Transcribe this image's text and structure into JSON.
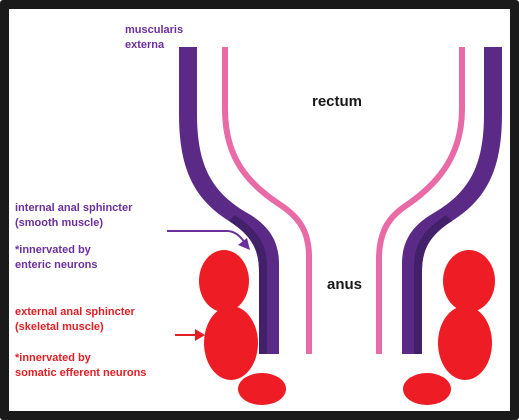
{
  "labels": {
    "muscularis_line1": "muscularis",
    "muscularis_line2": "externa",
    "rectum": "rectum",
    "anus": "anus",
    "ias_line1": "internal anal sphincter",
    "ias_line2": "(smooth muscle)",
    "ias_note_line1": "*innervated by",
    "ias_note_line2": "enteric neurons",
    "eas_line1": "external anal sphincter",
    "eas_line2": "(skeletal muscle)",
    "eas_note_line1": "*innervated by",
    "eas_note_line2": "somatic efferent neurons"
  },
  "colors": {
    "frame": "#1a1a1a",
    "smooth_muscle": "#5b2a86",
    "smooth_muscle_dark": "#43206a",
    "mucosa": "#e86aa6",
    "skeletal_muscle": "#ee1c25",
    "purple_label": "#6b2fa0",
    "red_label": "#e31e24",
    "dark_label": "#1a1a1a"
  }
}
